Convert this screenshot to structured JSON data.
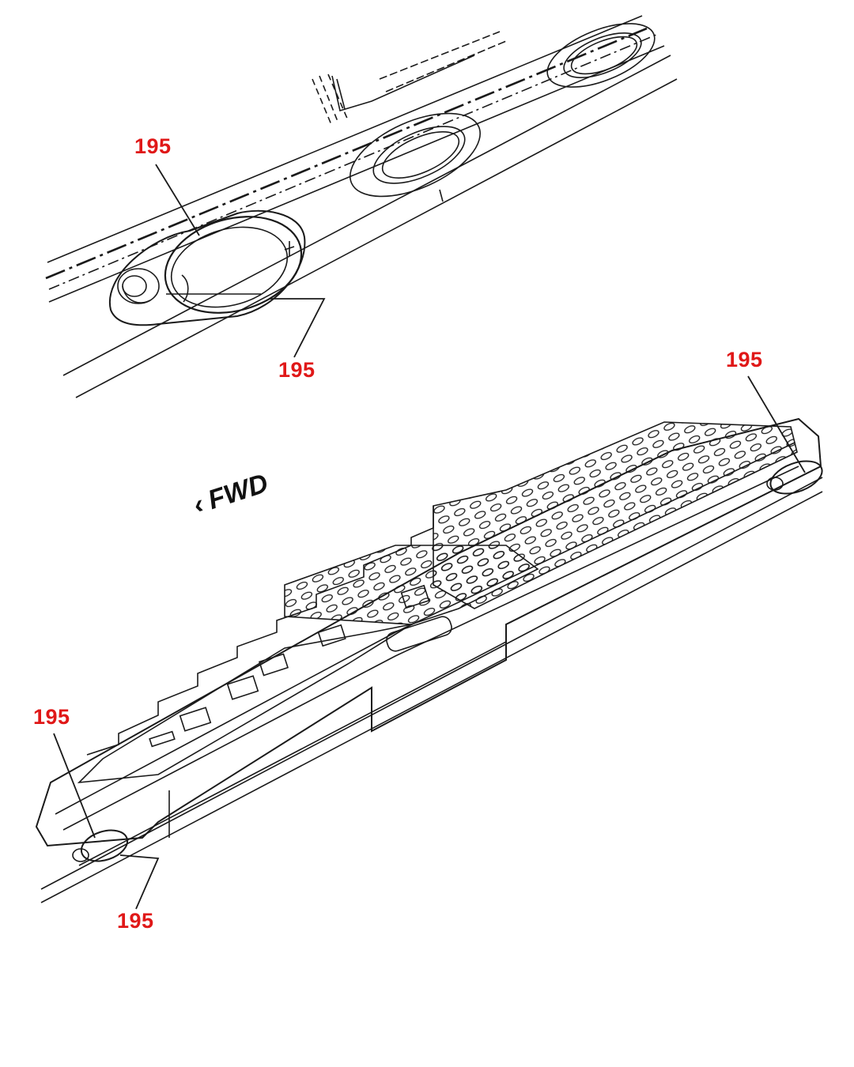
{
  "figure": {
    "callout_color": "#e01818",
    "line_color": "#1a1a1a",
    "callouts": [
      {
        "label": "195"
      },
      {
        "label": "195"
      },
      {
        "label": "195"
      },
      {
        "label": "195"
      },
      {
        "label": "195"
      }
    ],
    "direction": {
      "arrow": "‹",
      "label": "FWD",
      "icon": "chevron-left-icon"
    }
  }
}
